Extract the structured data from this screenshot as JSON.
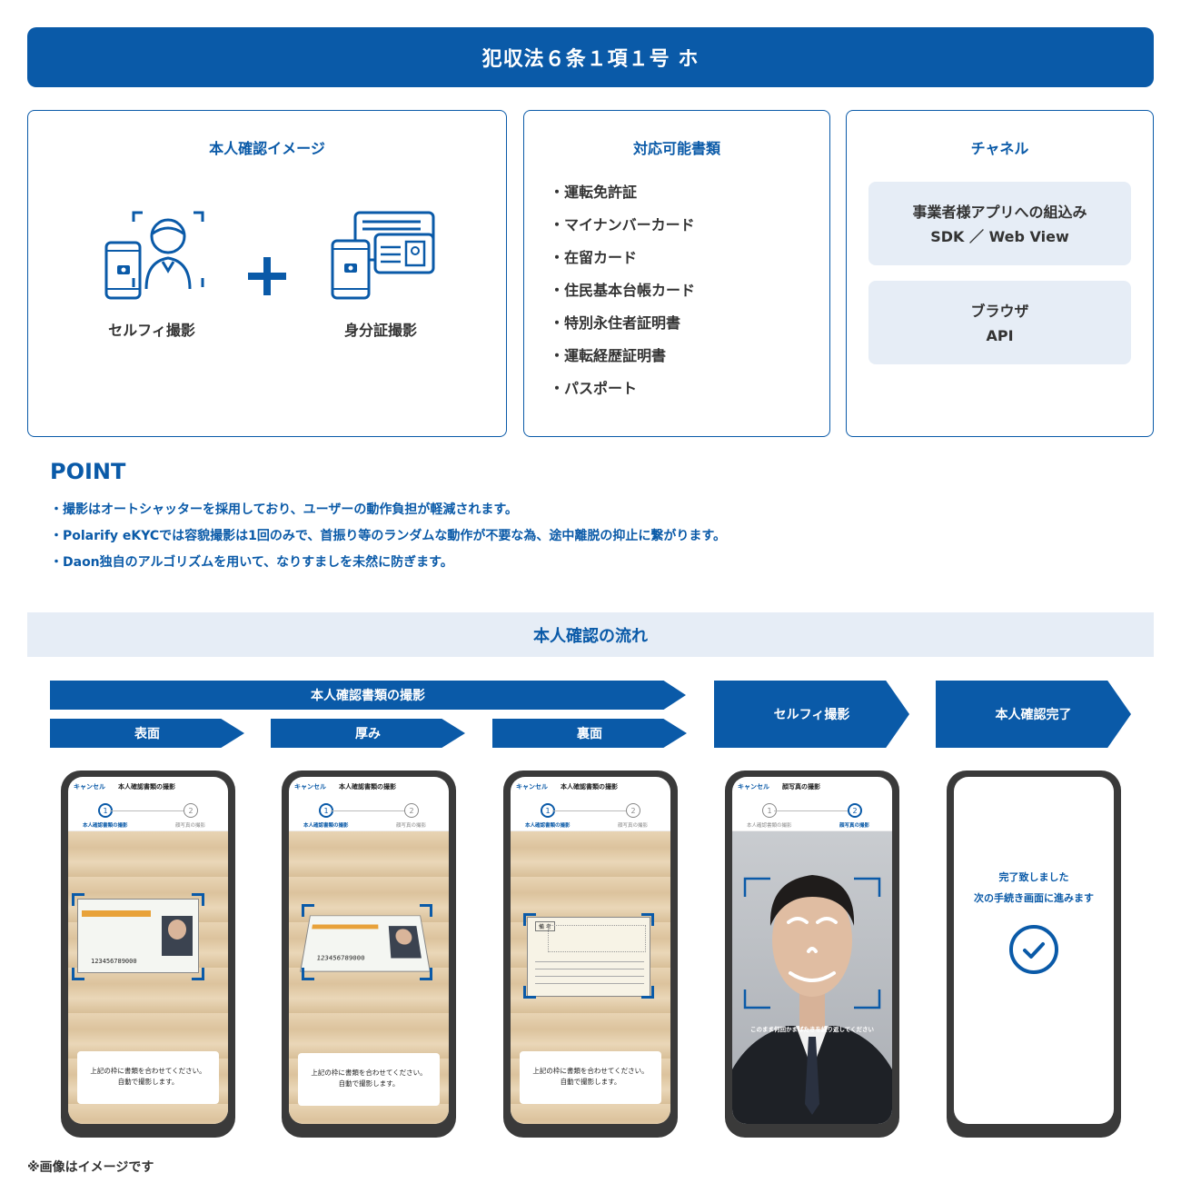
{
  "header": {
    "title": "犯収法６条１項１号 ホ"
  },
  "panels": {
    "image": {
      "title": "本人確認イメージ",
      "selfie_label": "セルフィ撮影",
      "id_label": "身分証撮影"
    },
    "documents": {
      "title": "対応可能書類",
      "items": [
        "・運転免許証",
        "・マイナンバーカード",
        "・在留カード",
        "・住民基本台帳カード",
        "・特別永住者証明書",
        "・運転経歴証明書",
        "・パスポート"
      ]
    },
    "channel": {
      "title": "チャネル",
      "app_line1": "事業者様アプリへの組込み",
      "app_line2": "SDK ／ Web View",
      "browser_line1": "ブラウザ",
      "browser_line2": "API"
    }
  },
  "point": {
    "title": "POINT",
    "items": [
      "・撮影はオートシャッターを採用しており、ユーザーの動作負担が軽減されます。",
      "・Polarify eKYCでは容貌撮影は1回のみで、首振り等のランダムな動作が不要な為、途中離脱の抑止に繋がります。",
      "・Daon独自のアルゴリズムを用いて、なりすましを未然に防ぎます。"
    ]
  },
  "flow": {
    "title": "本人確認の流れ",
    "doc_capture": "本人確認書類の撮影",
    "front": "表面",
    "thickness": "厚み",
    "back": "裏面",
    "selfie": "セルフィ撮影",
    "complete": "本人確認完了"
  },
  "phones": {
    "cancel": "キャンセル",
    "doc_title": "本人確認書類の撮影",
    "face_title": "顔写真の撮影",
    "step1": "本人確認書類の撮影",
    "step2": "顔写真の撮影",
    "guide_line1": "上記の枠に書類を合わせてください。",
    "guide_line2": "自動で撮影します。",
    "blink_msg": "このまま何回かまばたきを繰り返してください",
    "done_line1": "完了致しました",
    "done_line2": "次の手続き画面に進みます",
    "license_number": "123456789000",
    "back_label": "備 考"
  },
  "footnote": "※画像はイメージです",
  "colors": {
    "brand": "#0a5aa8",
    "light": "#e6edf6"
  }
}
